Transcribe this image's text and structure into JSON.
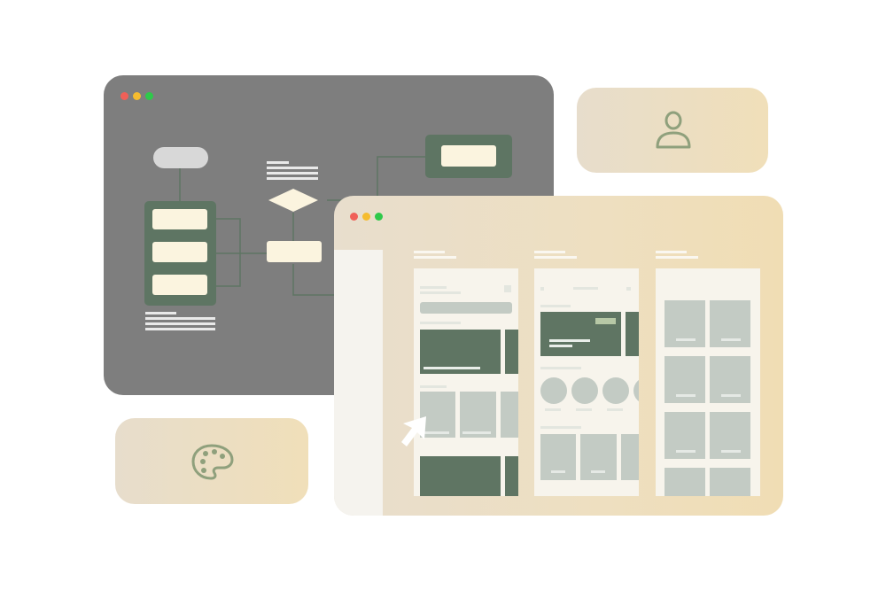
{
  "colors": {
    "page_background": "#ffffff",
    "flow_window_background": "#7e7e7e",
    "node_cream": "#fbf4df",
    "node_dark_green": "#5e7563",
    "card_gradient_start": "#e7ddcc",
    "card_gradient_end": "#f0dfb9",
    "icon_stroke": "#8fa07c",
    "traffic_red": "#f06058",
    "traffic_yellow": "#f5bc2f",
    "traffic_green": "#2ec94a",
    "wireframe_sage": "#c3cbc4",
    "wireframe_moss": "#5f7563"
  },
  "icons": {
    "user_card": "user-icon",
    "palette_card": "palette-icon",
    "cursor": "cursor-arrow-icon"
  },
  "windows": {
    "flowchart": {
      "traffic_lights": [
        "close",
        "minimize",
        "maximize"
      ]
    },
    "design": {
      "traffic_lights": [
        "close",
        "minimize",
        "maximize"
      ],
      "wireframe_columns": [
        "home-screen",
        "profile-screen",
        "gallery-screen"
      ]
    }
  }
}
